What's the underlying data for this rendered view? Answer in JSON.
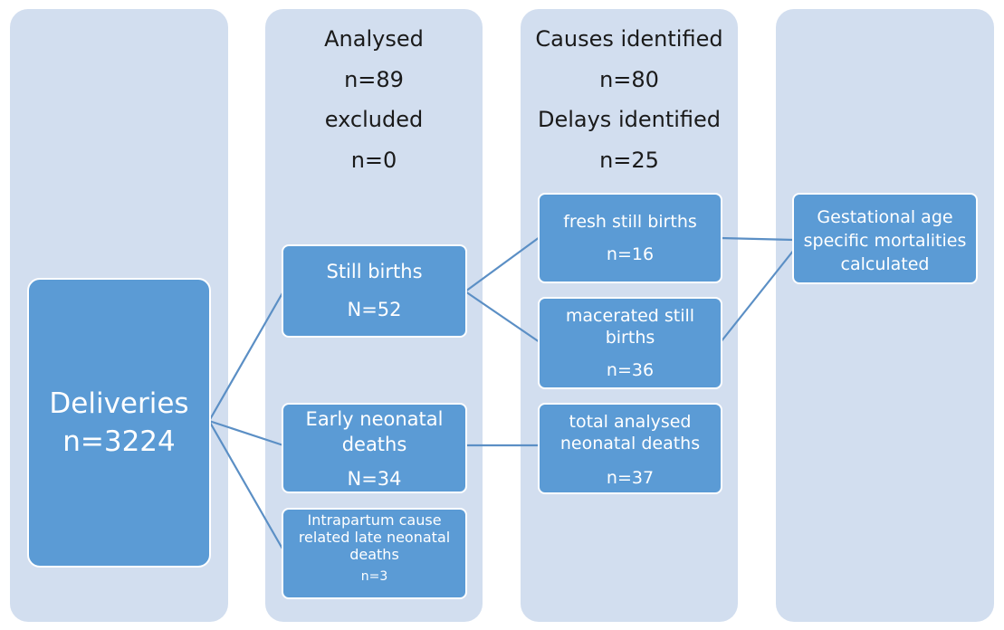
{
  "columns": {
    "analysed": {
      "lines": [
        "Analysed",
        "n=89",
        "excluded",
        "n=0"
      ]
    },
    "causes": {
      "lines": [
        "Causes identified",
        "n=80",
        "Delays identified",
        "n=25"
      ]
    }
  },
  "boxes": {
    "deliveries": {
      "label": "Deliveries",
      "count": "n=3224"
    },
    "still_births": {
      "label": "Still births",
      "count": "N=52"
    },
    "early_neonatal": {
      "label_lines": [
        "Early neonatal",
        "deaths"
      ],
      "count": "N=34"
    },
    "intrapartum": {
      "label_lines": [
        "Intrapartum cause",
        "related late neonatal",
        "deaths"
      ],
      "count": "n=3"
    },
    "fresh_still_births": {
      "label": "fresh still births",
      "count": "n=16"
    },
    "macerated_still_births": {
      "label_lines": [
        "macerated still",
        "births"
      ],
      "count": "n=36"
    },
    "total_neonatal": {
      "label_lines": [
        "total analysed",
        "neonatal deaths"
      ],
      "count": "n=37"
    },
    "gestational": {
      "label_lines": [
        "Gestational age",
        "specific mortalities",
        "calculated"
      ]
    }
  },
  "colors": {
    "column_bg": "#d2deef",
    "box_fill": "#5b9bd5",
    "connector": "#5b8fc5"
  }
}
